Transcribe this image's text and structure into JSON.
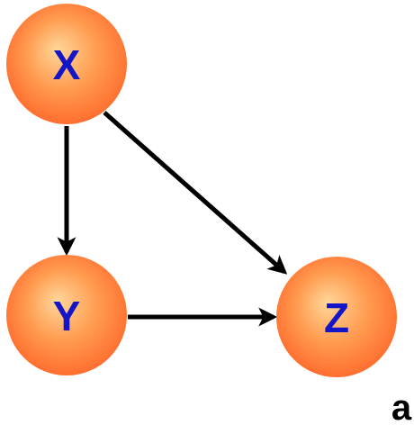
{
  "diagram": {
    "nodes": [
      {
        "id": "x",
        "label": "X"
      },
      {
        "id": "y",
        "label": "Y"
      },
      {
        "id": "z",
        "label": "Z"
      }
    ],
    "edges": [
      {
        "from": "X",
        "to": "Y"
      },
      {
        "from": "X",
        "to": "Z"
      },
      {
        "from": "Y",
        "to": "Z"
      }
    ],
    "panel_label": "a"
  },
  "colors": {
    "node_center": "#ffd79a",
    "node_mid": "#ff9a4e",
    "node_edge": "#ff6e2f",
    "node_label": "#1515c8",
    "arrow": "#000000",
    "panel_label": "#000000"
  }
}
